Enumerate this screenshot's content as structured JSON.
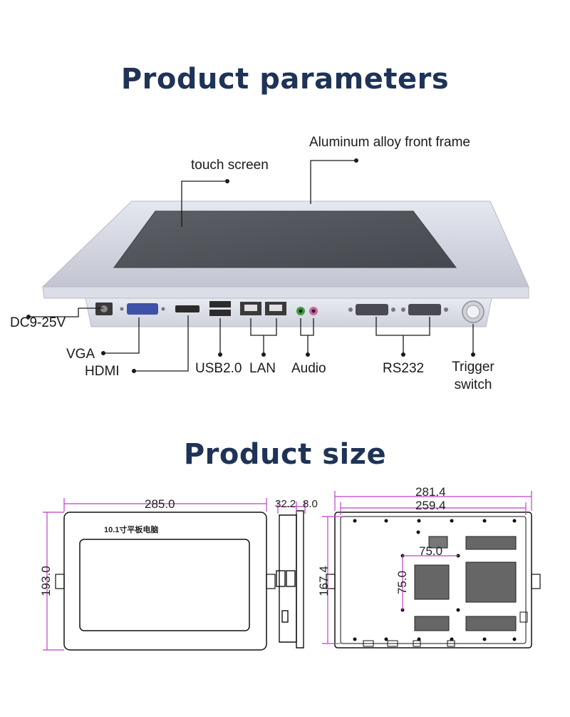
{
  "header": {
    "title": "Product parameters"
  },
  "callouts": {
    "touch_screen": "touch screen",
    "front_frame": "Aluminum alloy front frame",
    "dc": "DC9-25V",
    "vga": "VGA",
    "hdmi": "HDMI",
    "usb": "USB2.0",
    "lan": "LAN",
    "audio": "Audio",
    "rs232": "RS232",
    "trigger_line1": "Trigger",
    "trigger_line2": "switch"
  },
  "size_section": {
    "title": "Product size",
    "front": {
      "width": "285.0",
      "height": "193.0",
      "brand_text": "10.1寸平板电脑"
    },
    "side": {
      "depth": "32.2",
      "rim": "8.0"
    },
    "back": {
      "outer_width": "281.4",
      "inner_width": "259.4",
      "height": "167.4",
      "vesa_w": "75.0",
      "vesa_h": "75.0"
    }
  },
  "colors": {
    "title": "#1f3357",
    "dimension_line": "#c23fc9",
    "drawing_line": "#111111",
    "frame": "#d9dbe6"
  }
}
